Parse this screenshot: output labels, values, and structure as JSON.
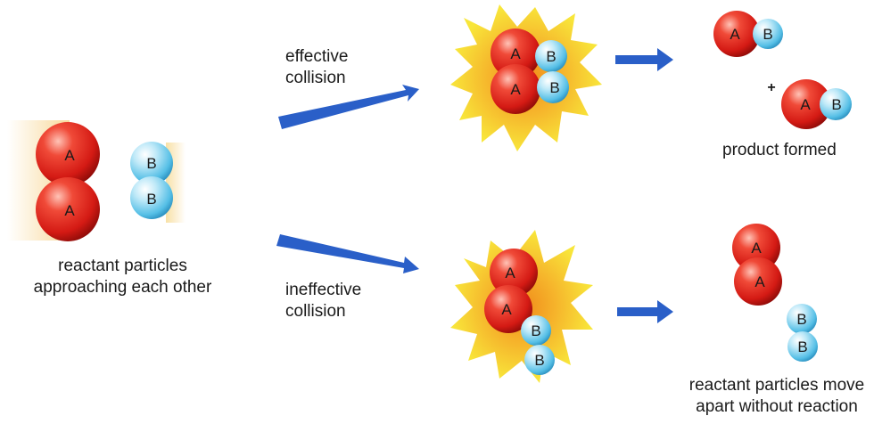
{
  "labels": {
    "reactant": [
      "reactant particles",
      "approaching each other"
    ],
    "effective": [
      "effective",
      "collision"
    ],
    "ineffective": [
      "ineffective",
      "collision"
    ],
    "product": "product formed",
    "moveApart": [
      "reactant particles move",
      "apart without reaction"
    ],
    "plus": "+"
  },
  "atoms": {
    "a": "A",
    "b": "B"
  },
  "colors": {
    "atom_a": "#e3231f",
    "atom_b": "#6cc8ea",
    "arrow": "#2a5fc8",
    "burst_outer": "#f7e63a",
    "burst_inner": "#f29a1f"
  }
}
